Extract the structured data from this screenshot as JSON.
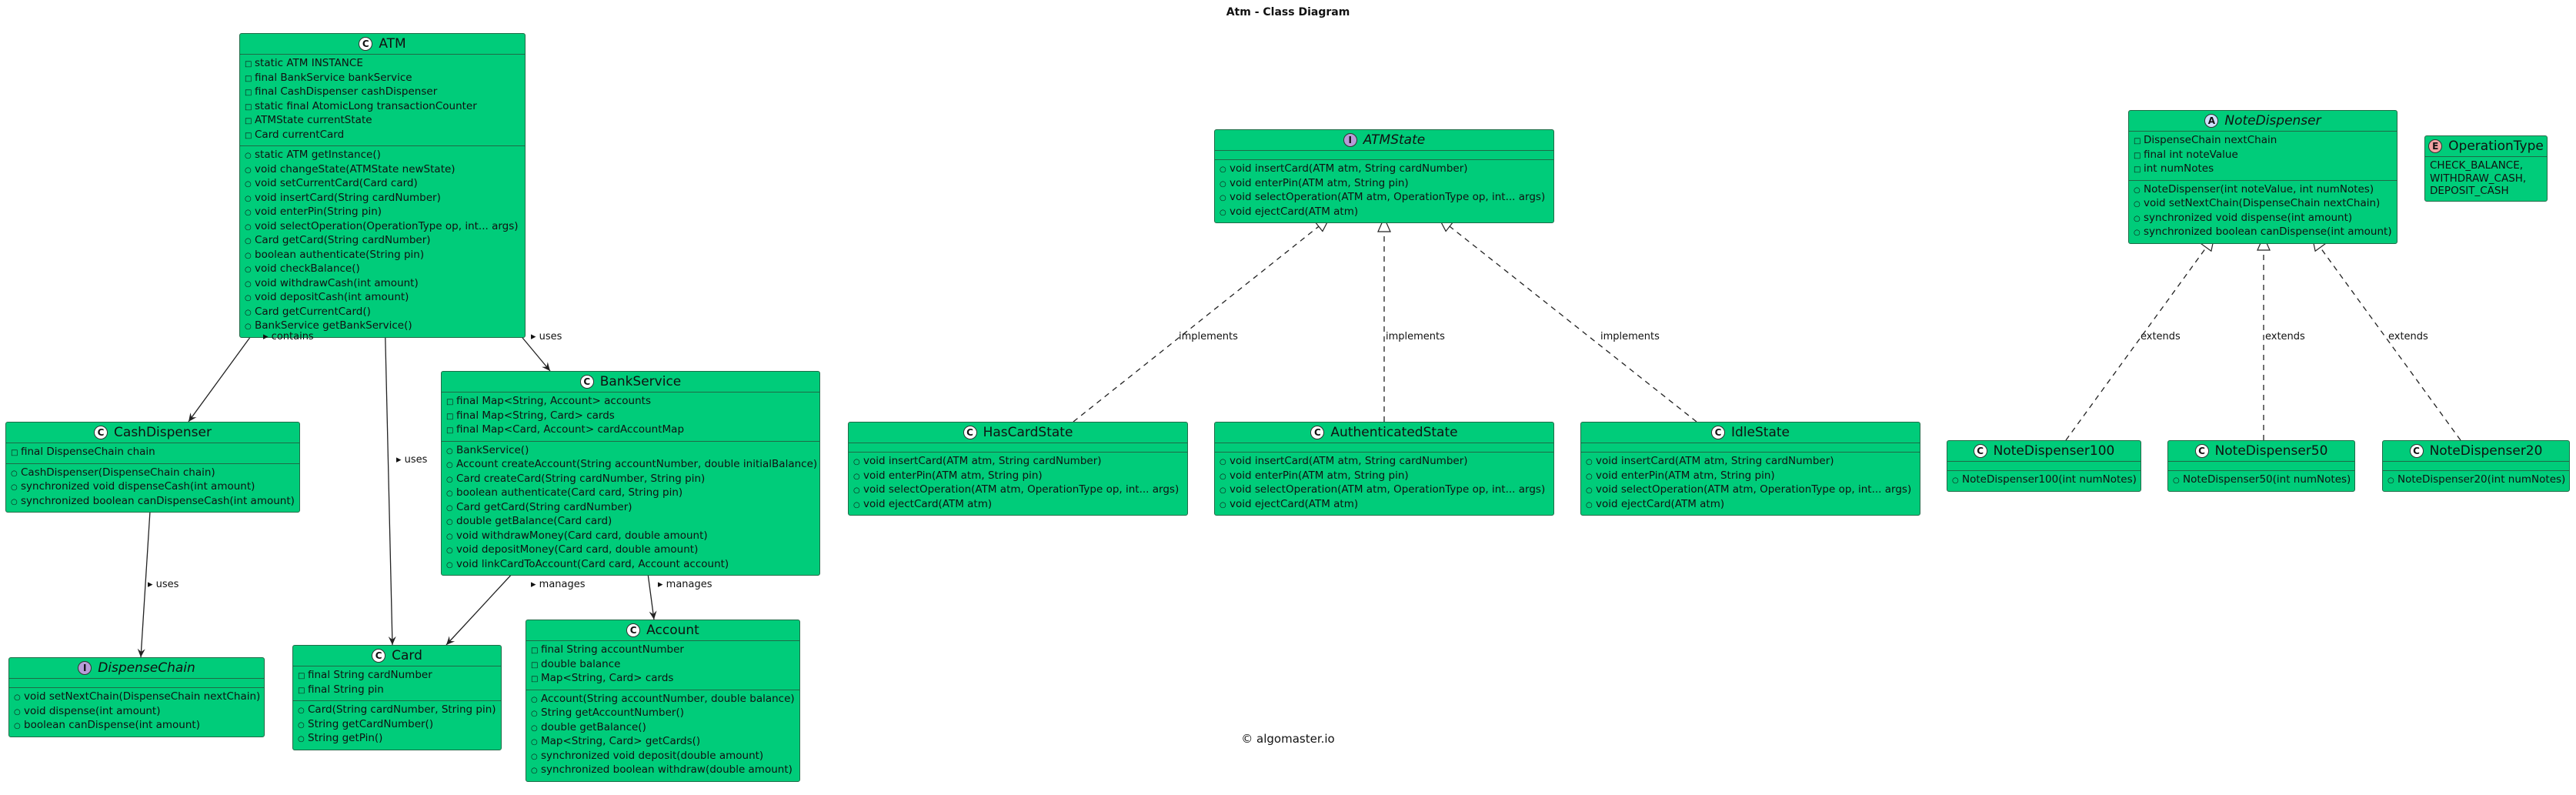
{
  "title": "Atm - Class Diagram",
  "footer": "© algomaster.io",
  "colors": {
    "class_fill": "#00cc7a",
    "class_border": "#1f6b47",
    "edge": "#222222"
  },
  "classes": {
    "atm": {
      "kind": "class",
      "name": "ATM",
      "fields": [
        "static ATM INSTANCE",
        "final BankService bankService",
        "final CashDispenser cashDispenser",
        "static final AtomicLong transactionCounter",
        "ATMState currentState",
        "Card currentCard"
      ],
      "methods": [
        "static ATM getInstance()",
        "void changeState(ATMState newState)",
        "void setCurrentCard(Card card)",
        "void insertCard(String cardNumber)",
        "void enterPin(String pin)",
        "void selectOperation(OperationType op, int... args)",
        "Card getCard(String cardNumber)",
        "boolean authenticate(String pin)",
        "void checkBalance()",
        "void withdrawCash(int amount)",
        "void depositCash(int amount)",
        "Card getCurrentCard()",
        "BankService getBankService()"
      ]
    },
    "cash_dispenser": {
      "kind": "class",
      "name": "CashDispenser",
      "fields": [
        "final DispenseChain chain"
      ],
      "methods": [
        "CashDispenser(DispenseChain chain)",
        "synchronized void dispenseCash(int amount)",
        "synchronized boolean canDispenseCash(int amount)"
      ]
    },
    "dispense_chain": {
      "kind": "interface",
      "name": "DispenseChain",
      "fields": [],
      "methods": [
        "void setNextChain(DispenseChain nextChain)",
        "void dispense(int amount)",
        "boolean canDispense(int amount)"
      ]
    },
    "card": {
      "kind": "class",
      "name": "Card",
      "fields": [
        "final String cardNumber",
        "final String pin"
      ],
      "methods": [
        "Card(String cardNumber, String pin)",
        "String getCardNumber()",
        "String getPin()"
      ]
    },
    "bank_service": {
      "kind": "class",
      "name": "BankService",
      "fields": [
        "final Map<String, Account> accounts",
        "final Map<String, Card> cards",
        "final Map<Card, Account> cardAccountMap"
      ],
      "methods": [
        "BankService()",
        "Account createAccount(String accountNumber, double initialBalance)",
        "Card createCard(String cardNumber, String pin)",
        "boolean authenticate(Card card, String pin)",
        "Card getCard(String cardNumber)",
        "double getBalance(Card card)",
        "void withdrawMoney(Card card, double amount)",
        "void depositMoney(Card card, double amount)",
        "void linkCardToAccount(Card card, Account account)"
      ]
    },
    "account": {
      "kind": "class",
      "name": "Account",
      "fields": [
        "final String accountNumber",
        "double balance",
        "Map<String, Card> cards"
      ],
      "methods": [
        "Account(String accountNumber, double balance)",
        "String getAccountNumber()",
        "double getBalance()",
        "Map<String, Card> getCards()",
        "synchronized void deposit(double amount)",
        "synchronized boolean withdraw(double amount)"
      ]
    },
    "atm_state": {
      "kind": "interface",
      "name": "ATMState",
      "fields": [],
      "methods": [
        "void insertCard(ATM atm, String cardNumber)",
        "void enterPin(ATM atm, String pin)",
        "void selectOperation(ATM atm, OperationType op, int... args)",
        "void ejectCard(ATM atm)"
      ]
    },
    "has_card_state": {
      "kind": "class",
      "name": "HasCardState",
      "fields": [],
      "methods": [
        "void insertCard(ATM atm, String cardNumber)",
        "void enterPin(ATM atm, String pin)",
        "void selectOperation(ATM atm, OperationType op, int... args)",
        "void ejectCard(ATM atm)"
      ]
    },
    "authenticated_state": {
      "kind": "class",
      "name": "AuthenticatedState",
      "fields": [],
      "methods": [
        "void insertCard(ATM atm, String cardNumber)",
        "void enterPin(ATM atm, String pin)",
        "void selectOperation(ATM atm, OperationType op, int... args)",
        "void ejectCard(ATM atm)"
      ]
    },
    "idle_state": {
      "kind": "class",
      "name": "IdleState",
      "fields": [],
      "methods": [
        "void insertCard(ATM atm, String cardNumber)",
        "void enterPin(ATM atm, String pin)",
        "void selectOperation(ATM atm, OperationType op, int... args)",
        "void ejectCard(ATM atm)"
      ]
    },
    "note_dispenser": {
      "kind": "abstract",
      "name": "NoteDispenser",
      "fields": [
        "DispenseChain nextChain",
        "final int noteValue",
        "int numNotes"
      ],
      "methods": [
        "NoteDispenser(int noteValue, int numNotes)",
        "void setNextChain(DispenseChain nextChain)",
        "synchronized void dispense(int amount)",
        "synchronized boolean canDispense(int amount)"
      ]
    },
    "operation_type": {
      "kind": "enum",
      "name": "OperationType",
      "fields": [
        "CHECK_BALANCE,",
        "WITHDRAW_CASH,",
        "DEPOSIT_CASH"
      ],
      "methods": []
    },
    "note_dispenser_100": {
      "kind": "class",
      "name": "NoteDispenser100",
      "fields": [],
      "methods": [
        "NoteDispenser100(int numNotes)"
      ]
    },
    "note_dispenser_50": {
      "kind": "class",
      "name": "NoteDispenser50",
      "fields": [],
      "methods": [
        "NoteDispenser50(int numNotes)"
      ]
    },
    "note_dispenser_20": {
      "kind": "class",
      "name": "NoteDispenser20",
      "fields": [],
      "methods": [
        "NoteDispenser20(int numNotes)"
      ]
    }
  },
  "relations": [
    {
      "from": "atm",
      "to": "cash_dispenser",
      "type": "association",
      "label": "contains"
    },
    {
      "from": "atm",
      "to": "card",
      "type": "association",
      "label": "uses"
    },
    {
      "from": "atm",
      "to": "bank_service",
      "type": "association",
      "label": "uses"
    },
    {
      "from": "cash_dispenser",
      "to": "dispense_chain",
      "type": "association",
      "label": "uses"
    },
    {
      "from": "bank_service",
      "to": "card",
      "type": "association",
      "label": "manages"
    },
    {
      "from": "bank_service",
      "to": "account",
      "type": "association",
      "label": "manages"
    },
    {
      "from": "has_card_state",
      "to": "atm_state",
      "type": "realization",
      "label": "implements"
    },
    {
      "from": "authenticated_state",
      "to": "atm_state",
      "type": "realization",
      "label": "implements"
    },
    {
      "from": "idle_state",
      "to": "atm_state",
      "type": "realization",
      "label": "implements"
    },
    {
      "from": "note_dispenser_100",
      "to": "note_dispenser",
      "type": "realization",
      "label": "extends"
    },
    {
      "from": "note_dispenser_50",
      "to": "note_dispenser",
      "type": "realization",
      "label": "extends"
    },
    {
      "from": "note_dispenser_20",
      "to": "note_dispenser",
      "type": "realization",
      "label": "extends"
    }
  ]
}
